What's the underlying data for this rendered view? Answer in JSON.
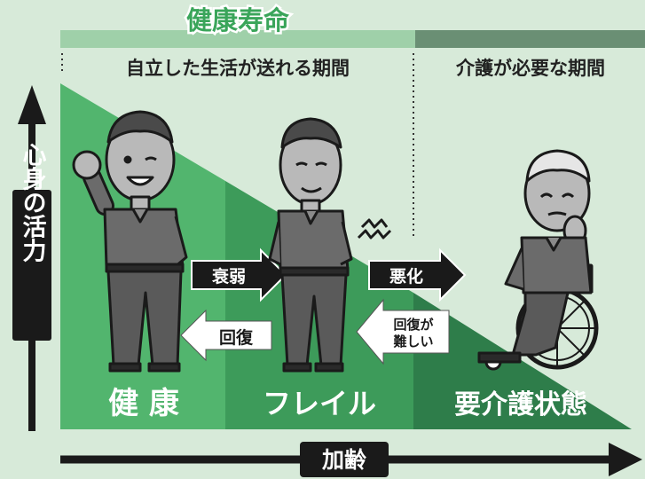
{
  "title": "健康寿命",
  "periods": {
    "independent": "自立した生活が送れる期間",
    "care_needed": "介護が必要な期間"
  },
  "y_axis": "心身の活力",
  "x_axis": "加齢",
  "stages": {
    "healthy": "健 康",
    "frailty": "フレイル",
    "care": "要介護状態"
  },
  "arrows": {
    "decline": "衰弱",
    "worsen": "悪化",
    "recover": "回復",
    "recover_hard_line1": "回復が",
    "recover_hard_line2": "難しい"
  },
  "colors": {
    "background": "#d7ead9",
    "healthy_green": "#52b56e",
    "frailty_green": "#3d9b5a",
    "care_green": "#2e7d4a",
    "band_light": "#9fd0a9",
    "band_dark": "#6a8f74",
    "title_green": "#3aa55a",
    "arrow_dark": "#1a1a1a"
  }
}
